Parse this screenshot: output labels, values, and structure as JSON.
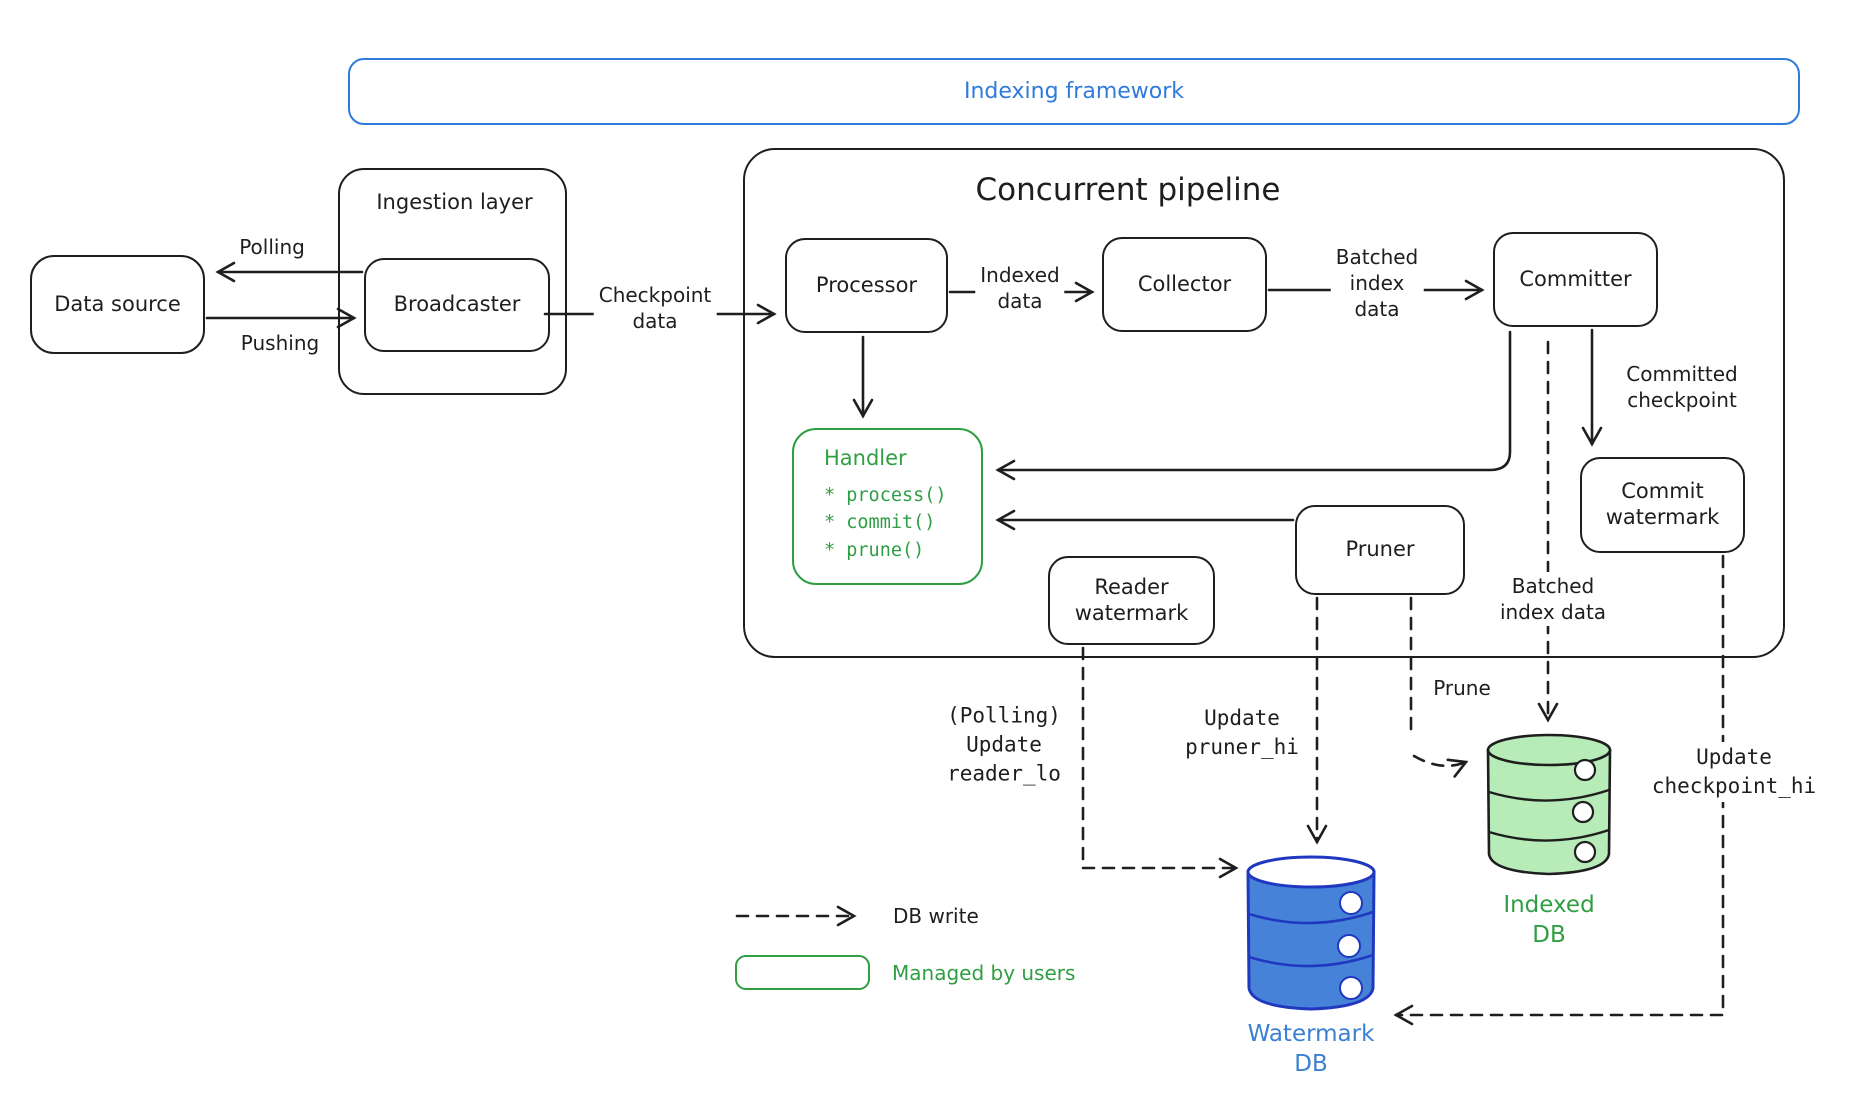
{
  "colors": {
    "ink": "#1e1e1e",
    "blue": "#2f7bd9",
    "blue_db_fill": "#4682d7",
    "blue_db_stroke": "#2038c0",
    "blue_label": "#3a80d2",
    "green": "#2f9e44",
    "green_db_fill": "#b7ecb9"
  },
  "banner": {
    "title": "Indexing framework"
  },
  "boxes": {
    "data_source": "Data source",
    "ingestion_layer": "Ingestion layer",
    "broadcaster": "Broadcaster",
    "pipeline_title": "Concurrent pipeline",
    "processor": "Processor",
    "collector": "Collector",
    "committer": "Committer",
    "commit_watermark": "Commit\nwatermark",
    "pruner": "Pruner",
    "reader_watermark": "Reader\nwatermark",
    "handler": {
      "title": "Handler",
      "methods": [
        "* process()",
        "* commit()",
        "* prune()"
      ]
    }
  },
  "edge_labels": {
    "polling": "Polling",
    "pushing": "Pushing",
    "checkpoint_data": "Checkpoint\ndata",
    "indexed_data": "Indexed\ndata",
    "batched_index_data": "Batched\nindex\ndata",
    "committed_checkpoint": "Committed\ncheckpoint",
    "batched_index_data_db": "Batched\nindex data",
    "prune": "Prune",
    "update_reader_lo": "(Polling)\nUpdate\nreader_lo",
    "update_pruner_hi": "Update\npruner_hi",
    "update_checkpoint_hi": "Update\ncheckpoint_hi"
  },
  "databases": {
    "watermark": "Watermark\nDB",
    "indexed": "Indexed\nDB"
  },
  "legend": {
    "db_write": "DB write",
    "managed_by_users": "Managed by users"
  }
}
